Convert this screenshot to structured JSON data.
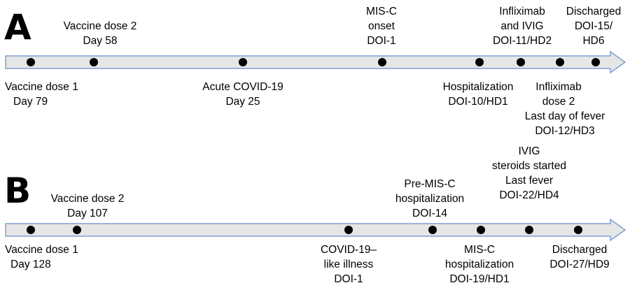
{
  "panels": [
    {
      "letter": "A",
      "events_above": [
        {
          "lines": [
            "Vaccine dose 2",
            "Day 58"
          ]
        },
        {
          "lines": [
            "MIS-C",
            "onset",
            "DOI-1"
          ]
        },
        {
          "lines": [
            "Infliximab",
            "and IVIG",
            "DOI-11/HD2"
          ]
        },
        {
          "lines": [
            "Discharged",
            "DOI-15/",
            "HD6"
          ]
        }
      ],
      "events_below": [
        {
          "lines": [
            "Vaccine dose 1",
            "Day 79"
          ]
        },
        {
          "lines": [
            "Acute COVID-19",
            "Day 25"
          ]
        },
        {
          "lines": [
            "Hospitalization",
            "DOI-10/HD1"
          ]
        },
        {
          "lines": [
            "Infliximab",
            "dose 2",
            "Last day of fever",
            "DOI-12/HD3"
          ]
        }
      ]
    },
    {
      "letter": "B",
      "events_above": [
        {
          "lines": [
            "Vaccine dose 2",
            "Day 107"
          ]
        },
        {
          "lines": [
            "Pre-MIS-C",
            "hospitalization",
            "DOI-14"
          ]
        },
        {
          "lines": [
            "IVIG",
            "steroids started",
            "Last fever",
            "DOI-22/HD4"
          ]
        }
      ],
      "events_below": [
        {
          "lines": [
            "Vaccine dose 1",
            "Day 128"
          ]
        },
        {
          "lines": [
            "COVID-19–",
            "like illness",
            "DOI-1"
          ]
        },
        {
          "lines": [
            "MIS-C",
            "hospitalization",
            "DOI-19/HD1"
          ]
        },
        {
          "lines": [
            "Discharged",
            "DOI-27/HD9"
          ]
        }
      ]
    }
  ],
  "colors": {
    "arrow_fill": "#e6e6e6",
    "arrow_stroke": "#7f9fd1",
    "dot": "#000000"
  }
}
